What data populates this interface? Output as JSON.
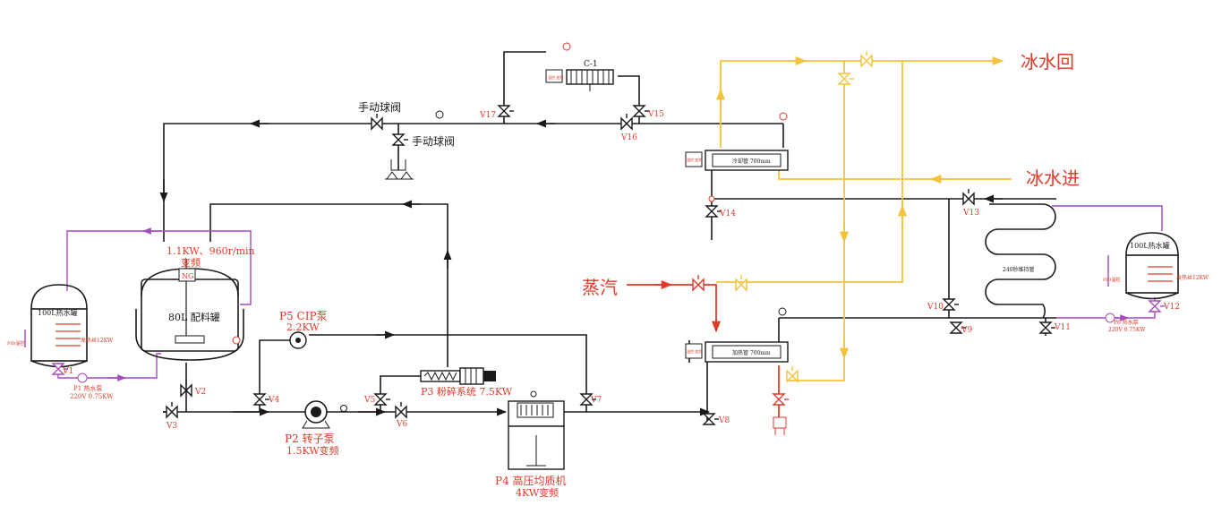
{
  "colors": {
    "process_line": "#1a1a1a",
    "hot_water_line": "#a64bbd",
    "chilled_water_line": "#f5c23c",
    "steam_line": "#e03a2a",
    "label_red": "#e03a2a"
  },
  "labels": {
    "chilled_water_return": "冰水回",
    "chilled_water_supply": "冰水进",
    "steam": "蒸汽",
    "manual_ball_valve_1": "手动球阀",
    "manual_ball_valve_2": "手动球阀",
    "mixing_tank": "80L 配料罐",
    "agitator_spec": "1.1KW、960r/min",
    "agitator_vfd": "变频",
    "agitator_tag": "NG",
    "hot_water_tank_left": "100L热水罐",
    "hot_water_tank_right": "100L热水罐",
    "heater_left": "发热丝12KW",
    "heater_right": "发热丝12KW",
    "p1_pump": "P1 热水泵",
    "p1_spec": "220V 0.75KW",
    "p6_pump": "P6 热水泵",
    "p6_spec": "220V 0.75KW",
    "p5_pump": "P5 CIP泵",
    "p5_spec": "2.2KW",
    "p2_pump": "P2  转子泵",
    "p2_spec": "1.5KW变频",
    "p3_system": "P3 粉碎系统 7.5KW",
    "p4_homogenizer": "P4 高压均质机",
    "p4_spec": "4KW变频",
    "cooler_tube": "冷却管 700mm",
    "heater_tube": "加热管 700mm",
    "coil": "240秒维持管",
    "condenser": "C-1",
    "small_box_1": "温控 变频",
    "small_box_2": "温控 变频",
    "small_box_3": "温控 变频",
    "temp_ctrl_left": "PID温控",
    "temp_ctrl_right": "PID温控"
  },
  "valves": [
    "V1",
    "V2",
    "V3",
    "V4",
    "V5",
    "V6",
    "V7",
    "V8",
    "V9",
    "V10",
    "V11",
    "V12",
    "V13",
    "V14",
    "V15",
    "V16",
    "V17"
  ]
}
